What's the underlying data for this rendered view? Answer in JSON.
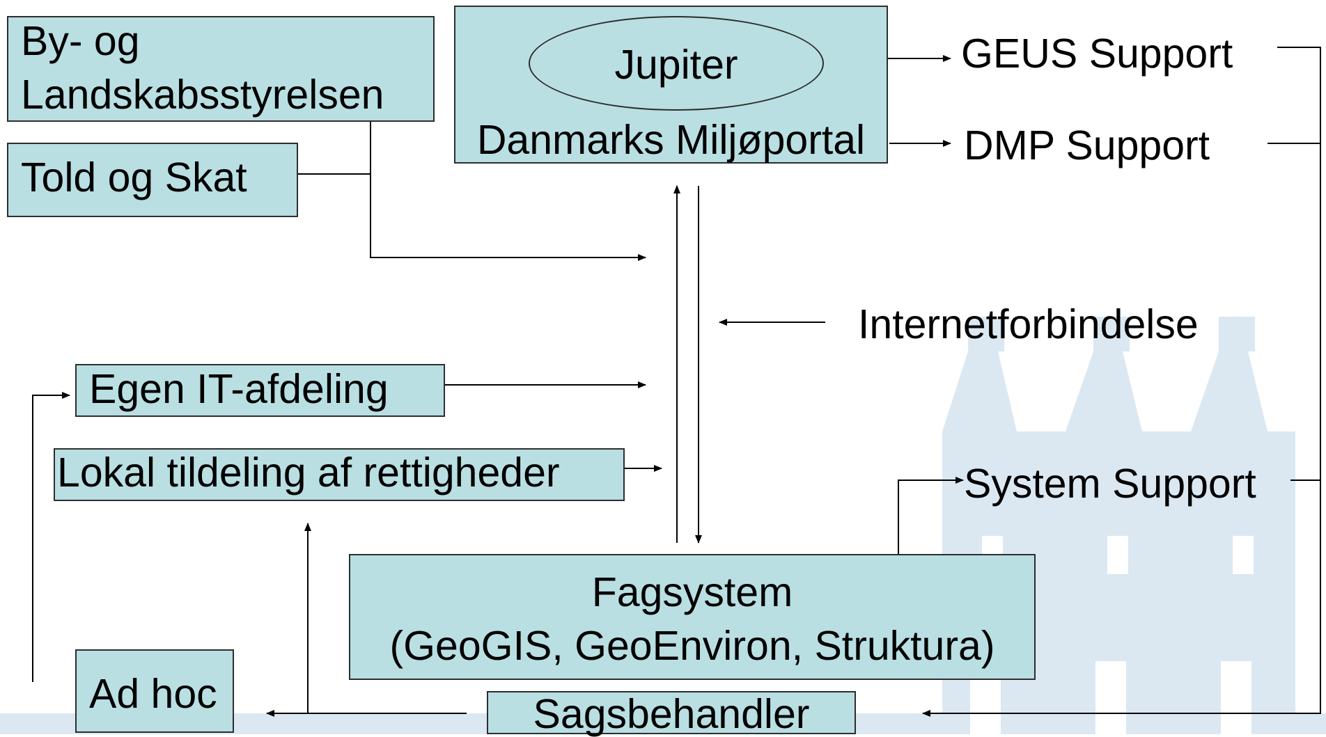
{
  "colors": {
    "box_fill": "#b9dfe3",
    "box_border": "#2d2d2d",
    "line": "#000000",
    "watermark": "#dbe8f2"
  },
  "nodes": {
    "by_og_landskab": [
      "By- og",
      "Landskabsstyrelsen"
    ],
    "told_og_skat": "Told og Skat",
    "jupiter": "Jupiter",
    "danmarks_miljoportal": "Danmarks Miljøportal",
    "geus_support": "GEUS Support",
    "dmp_support": "DMP Support",
    "internetforbindelse": "Internetforbindelse",
    "egen_it": "Egen IT-afdeling",
    "lokal_tildeling": "Lokal tildeling af rettigheder",
    "system_support": "System Support",
    "fagsystem": [
      "Fagsystem",
      "(GeoGIS, GeoEnviron, Struktura)"
    ],
    "ad_hoc": "Ad hoc",
    "sagsbehandler": "Sagsbehandler"
  }
}
